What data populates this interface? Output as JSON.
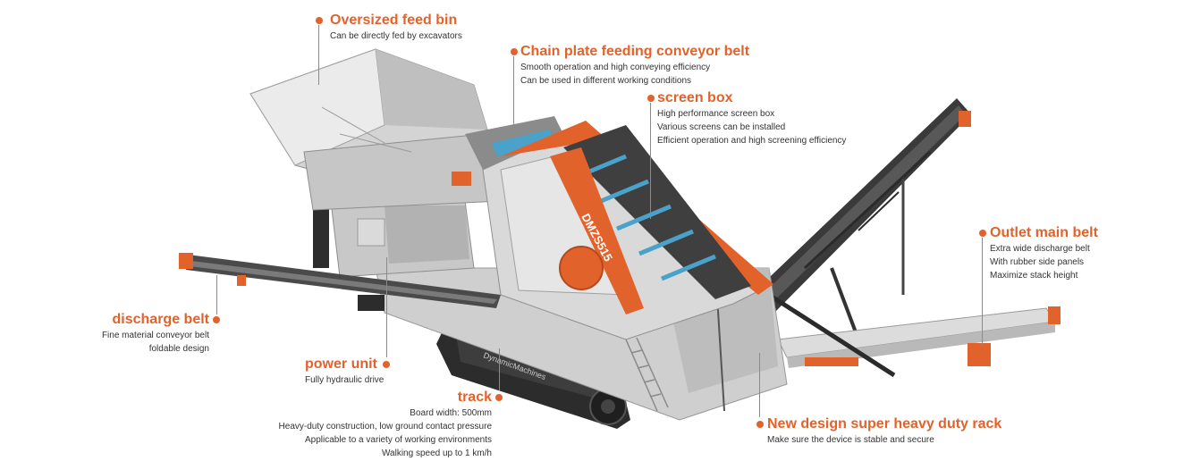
{
  "accent_color": "#e2622c",
  "machine_label": "DMZS515",
  "track_label": "DynamicMachines",
  "callouts": {
    "feed_bin": {
      "title": "Oversized feed bin",
      "lines": [
        "Can be directly fed by excavators"
      ]
    },
    "chain_plate": {
      "title": "Chain plate feeding conveyor belt",
      "lines": [
        "Smooth operation and high conveying efficiency",
        "Can be used in different working conditions"
      ]
    },
    "screen_box": {
      "title": "screen box",
      "lines": [
        "High performance screen box",
        "Various screens can be installed",
        "Efficient operation and high screening efficiency"
      ]
    },
    "outlet_belt": {
      "title": "Outlet main belt",
      "lines": [
        "Extra wide discharge belt",
        "With rubber side panels",
        "Maximize stack height"
      ]
    },
    "discharge_belt": {
      "title": "discharge belt",
      "lines": [
        "Fine material conveyor belt",
        "foldable design"
      ]
    },
    "power_unit": {
      "title": "power unit",
      "lines": [
        "Fully hydraulic drive"
      ]
    },
    "track": {
      "title": "track",
      "lines": [
        "Board width: 500mm",
        "Heavy-duty construction, low ground contact pressure",
        "Applicable to a variety of working environments",
        "Walking speed up to 1 km/h"
      ]
    },
    "rack": {
      "title": "New design super heavy duty rack",
      "lines": [
        "Make sure the device is stable and secure"
      ]
    }
  }
}
